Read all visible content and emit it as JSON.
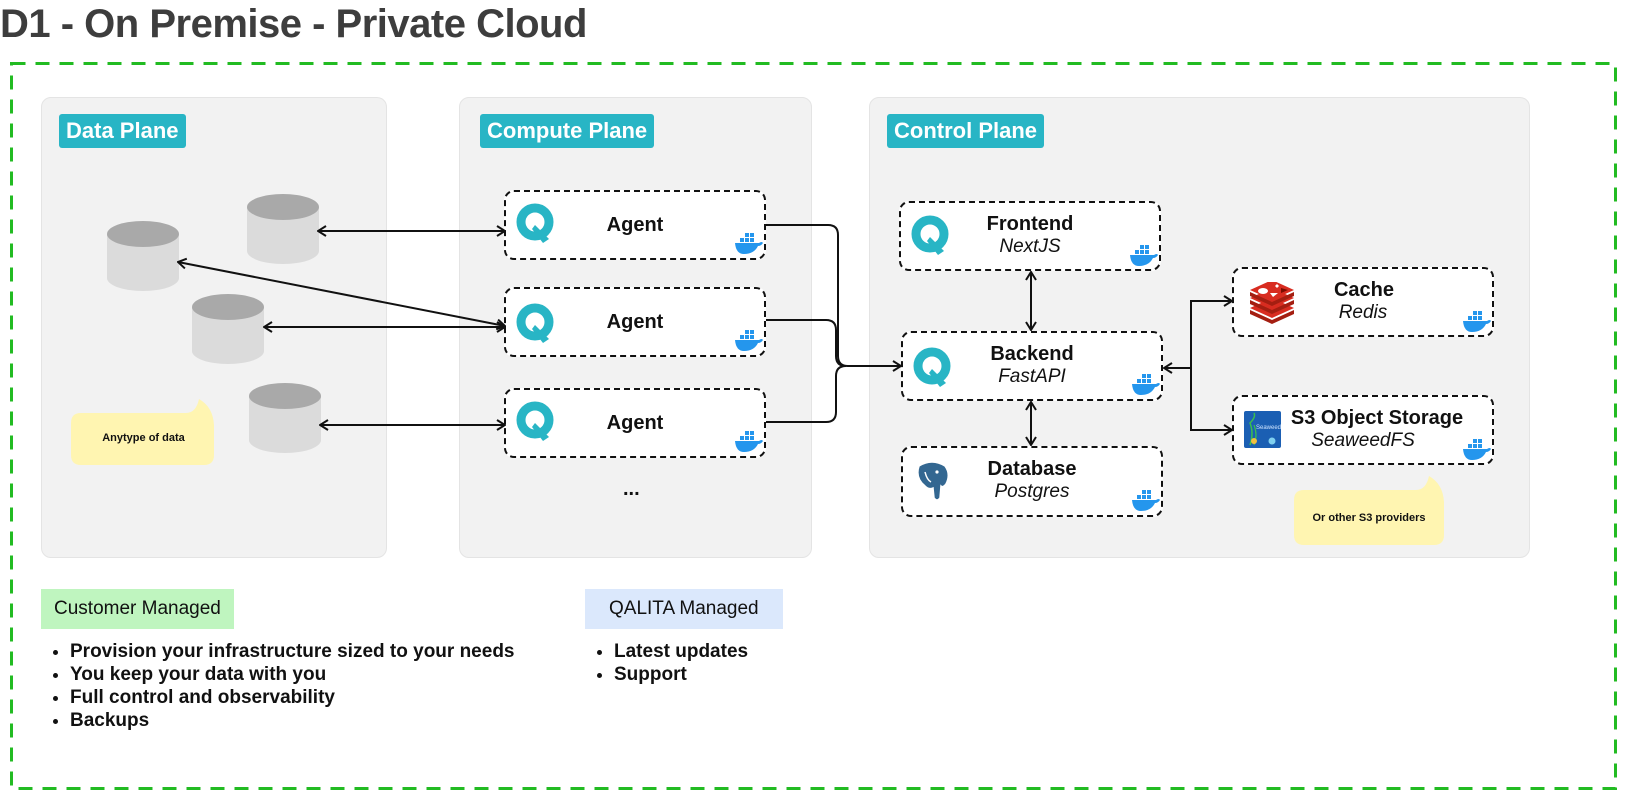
{
  "title": "D1 - On Premise - Private Cloud",
  "colors": {
    "outer_border": "#22bb22",
    "badge": "#28b5c5",
    "plane_bg": "#f2f2f2",
    "note_bg": "#fff5b1",
    "customer_bg": "#bff5bf",
    "qalita_bg": "#dbe8fc",
    "docker": "#2496ed",
    "redis": "#d82c20",
    "postgres": "#336791"
  },
  "planes": {
    "data": {
      "label": "Data Plane",
      "note": "Anytype of data",
      "databases": 4
    },
    "compute": {
      "label": "Compute Plane",
      "agents": [
        {
          "label": "Agent",
          "icon": "qalita-logo-icon",
          "runtime_icon": "docker-icon"
        },
        {
          "label": "Agent",
          "icon": "qalita-logo-icon",
          "runtime_icon": "docker-icon"
        },
        {
          "label": "Agent",
          "icon": "qalita-logo-icon",
          "runtime_icon": "docker-icon"
        }
      ],
      "more": "..."
    },
    "control": {
      "label": "Control Plane",
      "frontend": {
        "label": "Frontend",
        "sub": "NextJS",
        "icon": "qalita-logo-icon"
      },
      "backend": {
        "label": "Backend",
        "sub": "FastAPI",
        "icon": "qalita-logo-icon"
      },
      "database": {
        "label": "Database",
        "sub": "Postgres",
        "icon": "postgres-elephant-icon"
      },
      "cache": {
        "label": "Cache",
        "sub": "Redis",
        "icon": "redis-icon"
      },
      "storage": {
        "label": "S3 Object Storage",
        "sub": "SeaweedFS",
        "icon": "seaweedfs-icon",
        "note": "Or other S3 providers"
      }
    }
  },
  "legend": {
    "customer": {
      "label": "Customer Managed",
      "items": [
        "Provision your infrastructure sized to your needs",
        "You keep your data with you",
        "Full control and observability",
        "Backups"
      ]
    },
    "qalita": {
      "label": "QALITA Managed",
      "items": [
        "Latest updates",
        "Support"
      ]
    }
  }
}
